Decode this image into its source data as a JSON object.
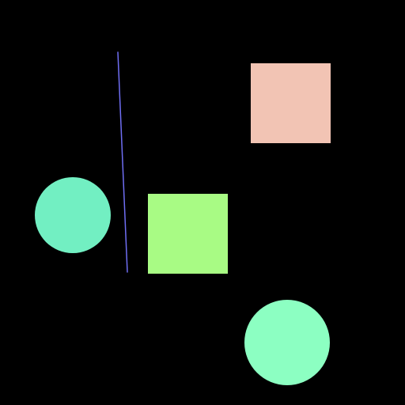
{
  "scene": {
    "background_color": "#000000",
    "shapes": [
      {
        "kind": "line",
        "name": "blue-line",
        "color": "#6f6ef3"
      },
      {
        "kind": "square",
        "name": "peach-square",
        "color": "#f2c4b4"
      },
      {
        "kind": "square",
        "name": "lime-square",
        "color": "#a8fb84"
      },
      {
        "kind": "circle",
        "name": "teal-circle",
        "color": "#72efc2"
      },
      {
        "kind": "circle",
        "name": "mint-circle",
        "color": "#8cffc2"
      }
    ]
  }
}
